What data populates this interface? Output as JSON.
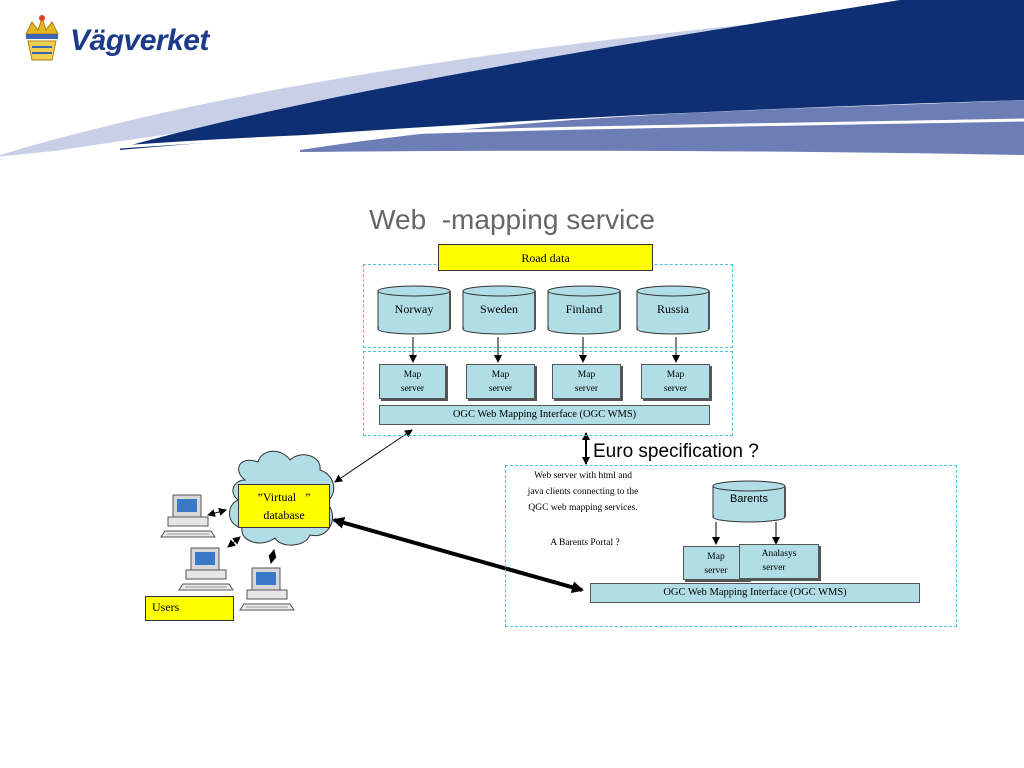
{
  "header": {
    "logo_text": "Vägverket",
    "colors": {
      "wave_dark": "#0e2f73",
      "wave_mid": "#6d7db5",
      "wave_light": "#c9cfe6"
    }
  },
  "slide": {
    "title_part1": "Web",
    "title_part2": "-mapping service"
  },
  "road_data": {
    "label": "Road data"
  },
  "countries": [
    "Norway",
    "Sweden",
    "Finland",
    "Russia"
  ],
  "map_servers": [
    {
      "line1": "Map",
      "line2": "server"
    },
    {
      "line1": "Map",
      "line2": "server"
    },
    {
      "line1": "Map",
      "line2": "server"
    },
    {
      "line1": "Map",
      "line2": "server"
    }
  ],
  "wms_top": {
    "label": "OGC Web Mapping Interface (OGC WMS)"
  },
  "euro_spec": {
    "label": "Euro specification ?"
  },
  "barents_box": {
    "description_lines": [
      "Web server with html and",
      "java   clients connecting to the",
      "QGC web mapping services."
    ],
    "portal_label": "A Barents Portal ?",
    "db_label": "Barents",
    "map_server": {
      "line1": "Map",
      "line2": "server"
    },
    "analysis_server": {
      "line1": "Analasys",
      "line2": "server"
    },
    "wms_label": "OGC Web Mapping Interface (OGC WMS)"
  },
  "virtual_db": {
    "line1": "”Virtual   ”",
    "line2": "database"
  },
  "users": {
    "label": "Users"
  },
  "icons": [
    "crown-logo-icon",
    "database-cylinder-icon",
    "cloud-icon",
    "computer-icon"
  ]
}
